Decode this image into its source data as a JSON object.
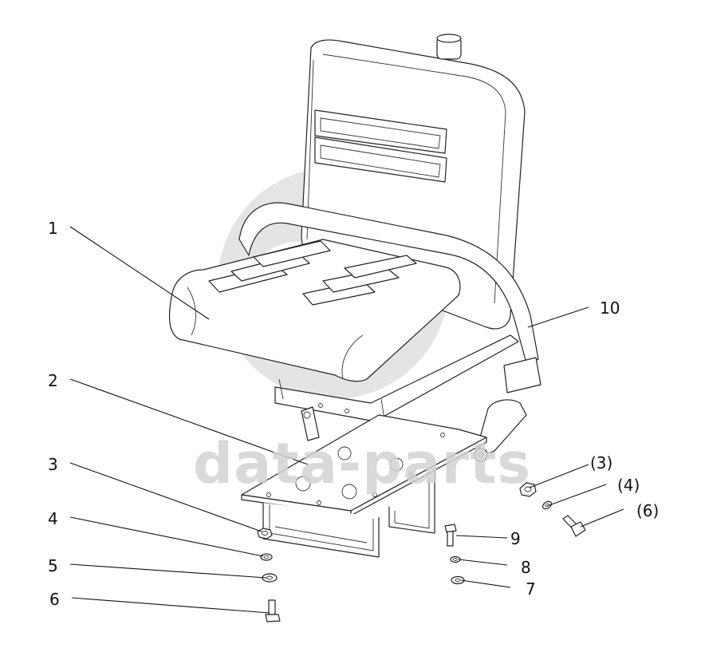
{
  "watermark": {
    "text": "data-parts",
    "color": "#d3d3d3"
  },
  "callouts": [
    {
      "id": "1",
      "label": "1"
    },
    {
      "id": "2",
      "label": "2"
    },
    {
      "id": "3",
      "label": "3"
    },
    {
      "id": "4",
      "label": "4"
    },
    {
      "id": "5",
      "label": "5"
    },
    {
      "id": "6",
      "label": "6"
    },
    {
      "id": "7",
      "label": "7"
    },
    {
      "id": "8",
      "label": "8"
    },
    {
      "id": "9",
      "label": "9"
    },
    {
      "id": "10",
      "label": "10"
    },
    {
      "id": "3b",
      "label": "(3)"
    },
    {
      "id": "4b",
      "label": "(4)"
    },
    {
      "id": "6b",
      "label": "(6)"
    }
  ]
}
